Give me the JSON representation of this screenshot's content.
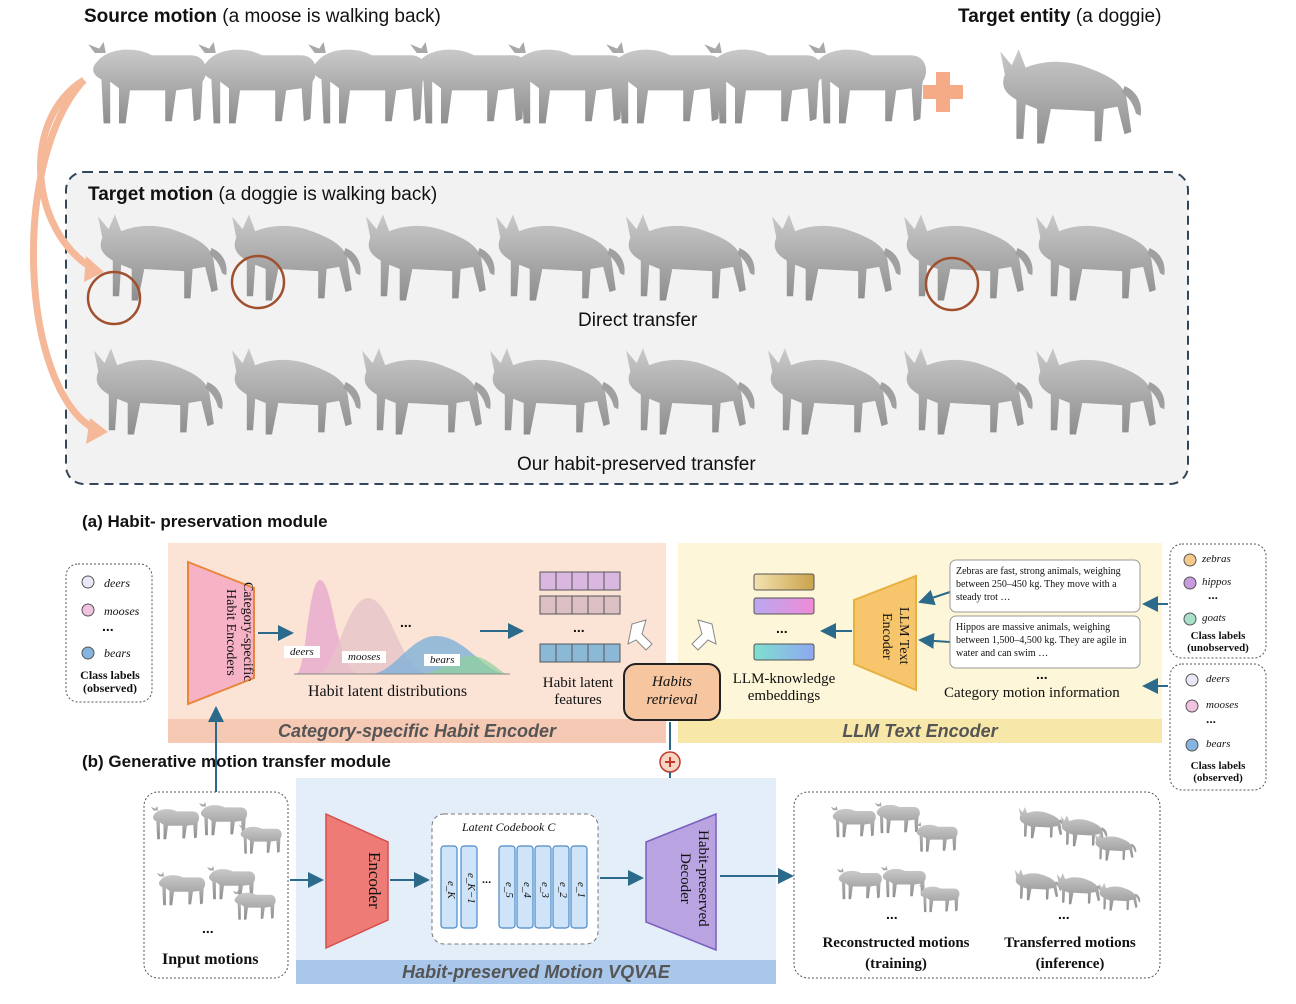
{
  "top": {
    "source_bold": "Source motion",
    "source_rest": "(a moose is walking back)",
    "target_bold": "Target entity",
    "target_rest": "(a doggie)",
    "target_motion_bold": "Target motion",
    "target_motion_rest": "(a doggie is walking back)",
    "direct_transfer": "Direct transfer",
    "habit_transfer": "Our habit-preserved transfer"
  },
  "module_a": {
    "title": "(a) Habit- preservation module",
    "observed_labels": [
      "deers",
      "mooses",
      "...",
      "bears"
    ],
    "observed_caption": "Class labels (observed)",
    "encoder_text": "Category-specific Habit Encoders",
    "dist_labels": [
      "deers",
      "mooses",
      "...",
      "bears"
    ],
    "dist_caption": "Habit latent distributions",
    "features_caption": "Habit latent features",
    "retrieval_text": "Habits retrieval",
    "llm_embed_caption": "LLM-knowledge embeddings",
    "llm_encoder_text": "LLM Text Encoder",
    "text_box_1": "Zebras are fast, strong animals, weighing between 250–450 kg. They move with a steady trot …",
    "text_box_2": "Hippos are massive animals, weighing between 1,500–4,500 kg. They are agile in water and can swim …",
    "category_info_caption": "Category motion information",
    "unobserved_labels": [
      "zebras",
      "hippos",
      "...",
      "goats"
    ],
    "unobserved_caption": "Class labels (unobserved)",
    "observed_labels_2": [
      "deers",
      "mooses",
      "...",
      "bears"
    ],
    "observed_caption_2": "Class labels (observed)",
    "band_left": "Category-specific Habit Encoder",
    "band_right": "LLM Text Encoder",
    "ellipsis": "..."
  },
  "module_b": {
    "title": "(b) Generative motion transfer module",
    "input_caption": "Input motions",
    "encoder_text": "Encoder",
    "codebook_title": "Latent Codebook C",
    "codebook_cells": [
      "e_K",
      "e_K−1",
      "...",
      "e_5",
      "e_4",
      "e_3",
      "e_2",
      "e_1"
    ],
    "decoder_text": "Habit-preserved Decoder",
    "band": "Habit-preserved Motion VQVAE",
    "recon_caption_1": "Reconstructed motions",
    "recon_caption_2": "(training)",
    "transfer_caption_1": "Transferred motions",
    "transfer_caption_2": "(inference)",
    "ellipsis": "..."
  },
  "colors": {
    "peach_band": "#f6c9b4",
    "peach_bg": "#fbe3d6",
    "yellow_bg": "#fdf6d8",
    "yellow_band": "#f7e7a8",
    "blue_bg": "#e3eef9",
    "blue_band": "#a9c7ea",
    "arrow": "#2b6a8a",
    "encoder_pink": "#f7b3c6",
    "llm_orange": "#f6c56c",
    "vq_red": "#ef7b76",
    "decoder_purple": "#b9a3e0",
    "gray_panel": "#f2f2f2"
  }
}
